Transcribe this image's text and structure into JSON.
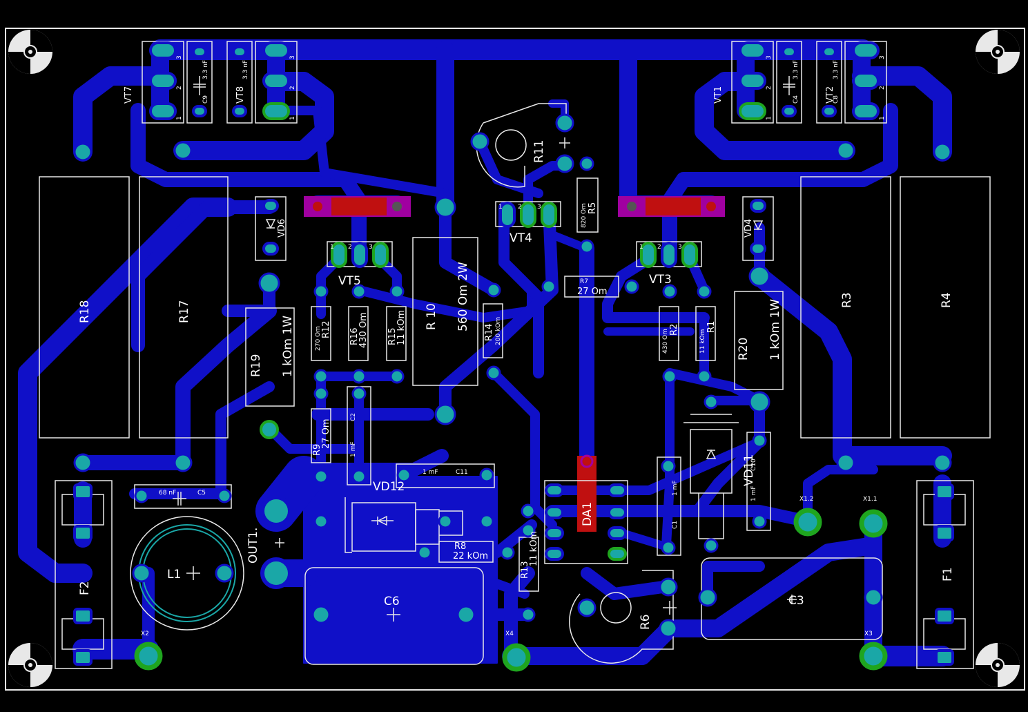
{
  "colors": {
    "background": "#000000",
    "trace": "#1010c8",
    "pad_ring": "#1aa7a7",
    "pad_green": "#1fa51f",
    "pad_red": "#c01010",
    "pad_magenta": "#a000a0",
    "silk": "#e8e8e8"
  },
  "labels": {
    "vt7": "VT7",
    "vt8": "VT8",
    "vt1": "VT1",
    "vt2": "VT2",
    "c9": "C9",
    "c8": "C8",
    "c4": "C4",
    "c_33nf": "3.3 nF",
    "r11": "R11",
    "r5": "R5",
    "r5_val": "820 Om",
    "vt4": "VT4",
    "vt5": "VT5",
    "vt3": "VT3",
    "vd6": "VD6",
    "vd4": "VD4",
    "r18": "R18",
    "r17": "R17",
    "r3": "R3",
    "r4": "R4",
    "r7": "R7",
    "r7_val": "27 Om",
    "r10": "R 10",
    "r10_val": "560 Om 2W",
    "r19": "R19",
    "r19_val": "1 kOm 1W",
    "r20": "R20",
    "r20_val": "1 kOm 1W",
    "r12": "R12",
    "r12_val": "270 Om",
    "r16": "R16",
    "r16_val": "430 Om",
    "r15": "R15",
    "r15_val": "11 kOm",
    "r14": "R14",
    "r14_val": "200 kOm",
    "r2": "R2",
    "r2_val": "430 Om",
    "r1": "R1",
    "r1_val": "11 kOm",
    "c2": "C2",
    "c2_val": "1 mF",
    "r9": "R9",
    "r9_val": "27 Om",
    "c11": "C11",
    "c11_val": "1 mF",
    "c5": "C5",
    "c5_val": "68 nF",
    "vd12": "VD12",
    "vd11": "VD11",
    "c10": "C10",
    "c10_val": "1 mF",
    "c1": "C1",
    "c1_val": "1 mF",
    "da1": "DA1",
    "r8": "R8",
    "r8_val": "22 kOm",
    "r13": "R13",
    "r13_val": "11 kOm",
    "l1": "L1",
    "out1": "OUT1.",
    "c6": "C6",
    "r6": "R6",
    "c3": "C3",
    "f1": "F1",
    "f2": "F2",
    "x1_2": "X1.2",
    "x1_1": "X1.1",
    "x2": "X2",
    "x3": "X3",
    "x4": "X4",
    "pin1": "1",
    "pin2": "2",
    "pin3": "3"
  }
}
